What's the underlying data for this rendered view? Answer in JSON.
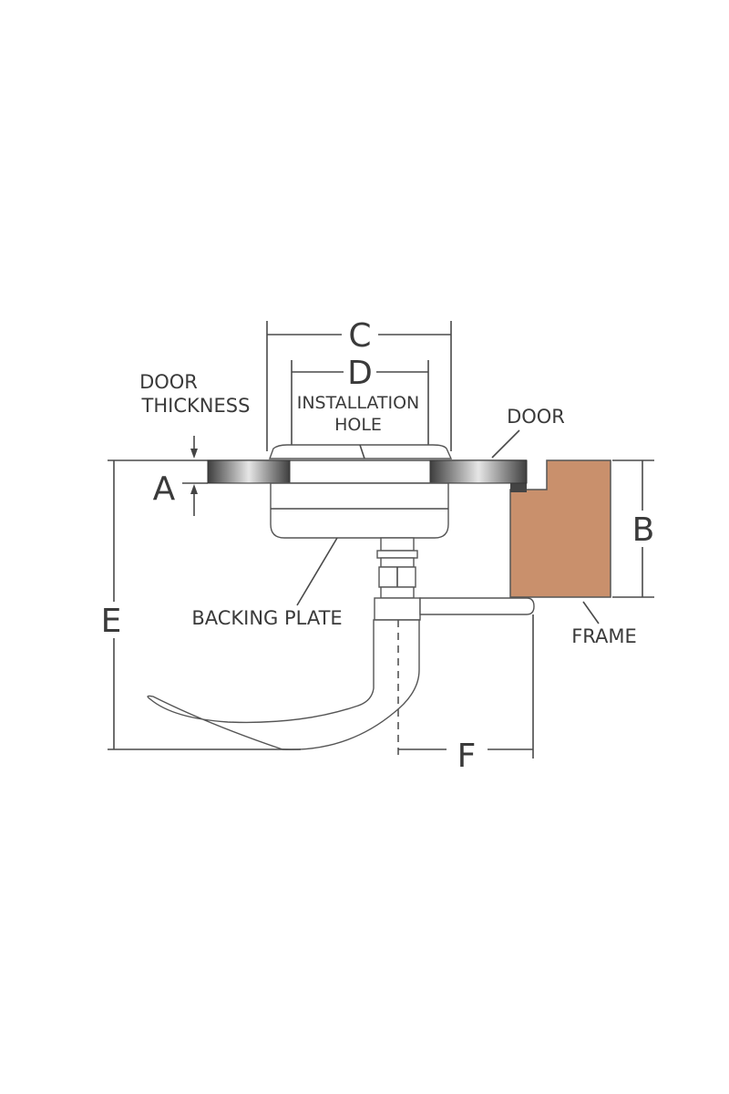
{
  "labels": {
    "door_thickness_1": "DOOR",
    "door_thickness_2": "THICKNESS",
    "installation_1": "INSTALLATION",
    "installation_2": "HOLE",
    "door": "DOOR",
    "backing_plate": "BACKING PLATE",
    "frame": "FRAME"
  },
  "dimensions": {
    "a": "A",
    "b": "B",
    "c": "C",
    "d": "D",
    "e": "E",
    "f": "F"
  },
  "colors": {
    "frame": "#c9906c",
    "door_dark": "#4a4a4a",
    "door_light": "#e0e0e0"
  }
}
